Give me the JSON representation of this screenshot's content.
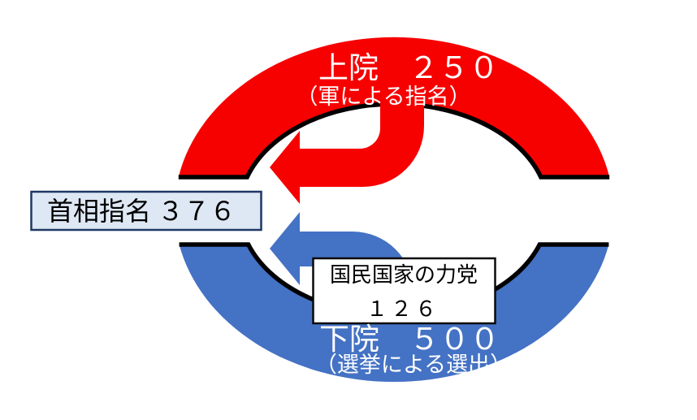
{
  "background_color": "#FFFFFF",
  "outline_color": "#000000",
  "upper_house": {
    "color": "#F70000",
    "text_color": "#FFFFFF",
    "title": "上院　２５０",
    "subtitle": "（軍による指名）"
  },
  "lower_house": {
    "color": "#4472C4",
    "text_color": "#FFFFFF",
    "title": "下院　５００",
    "subtitle": "（選挙による選出）"
  },
  "arrows": {
    "upper_arrow_color": "#F70000",
    "lower_arrow_color": "#4472C4"
  },
  "pm_nomination_box": {
    "label": "首相指名 ３７６",
    "fill_color": "#DEE8F4",
    "border_color": "#1F3864",
    "text_color": "#000000"
  },
  "party_box": {
    "name": "国民国家の力党",
    "seats": "１２６",
    "fill_color": "#FFFFFF",
    "border_color": "#0A0A0A",
    "text_color": "#000000"
  }
}
